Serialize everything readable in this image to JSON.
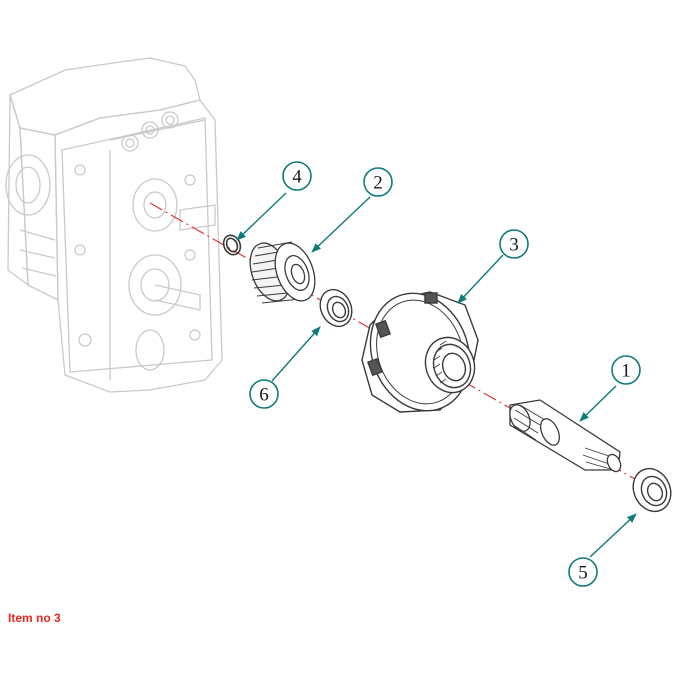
{
  "callouts": [
    {
      "id": "1",
      "label": "1"
    },
    {
      "id": "2",
      "label": "2"
    },
    {
      "id": "3",
      "label": "3"
    },
    {
      "id": "4",
      "label": "4"
    },
    {
      "id": "5",
      "label": "5"
    },
    {
      "id": "6",
      "label": "6"
    }
  ],
  "caption": {
    "text": "Item no 3"
  },
  "colors": {
    "leader": "#0f7a7a",
    "axis": "#e23a3a",
    "caption": "#e8291c",
    "ghost": "#c9c9c9",
    "part": "#3a3a3a"
  }
}
